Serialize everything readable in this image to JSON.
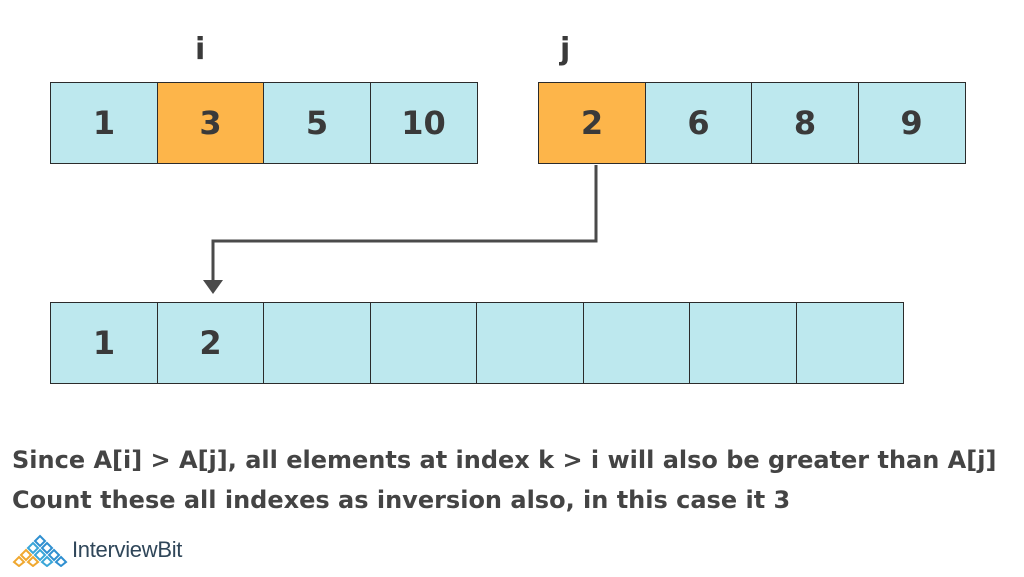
{
  "pointers": {
    "i": "i",
    "j": "j"
  },
  "left_array": [
    {
      "value": "1",
      "highlight": false
    },
    {
      "value": "3",
      "highlight": true
    },
    {
      "value": "5",
      "highlight": false
    },
    {
      "value": "10",
      "highlight": false
    }
  ],
  "right_array": [
    {
      "value": "2",
      "highlight": true
    },
    {
      "value": "6",
      "highlight": false
    },
    {
      "value": "8",
      "highlight": false
    },
    {
      "value": "9",
      "highlight": false
    }
  ],
  "merged_array": [
    "1",
    "2",
    "",
    "",
    "",
    "",
    "",
    ""
  ],
  "caption": {
    "line1": "Since A[i] > A[j], all elements at index k > i will also be greater than A[j]",
    "line2": "Count these all indexes as inversion also, in this case it 3"
  },
  "logo": {
    "text": "InterviewBit"
  },
  "colors": {
    "cell": "#bde8ee",
    "highlight": "#fdb54a",
    "border": "#2b2b2b",
    "text": "#3a3a3a"
  }
}
